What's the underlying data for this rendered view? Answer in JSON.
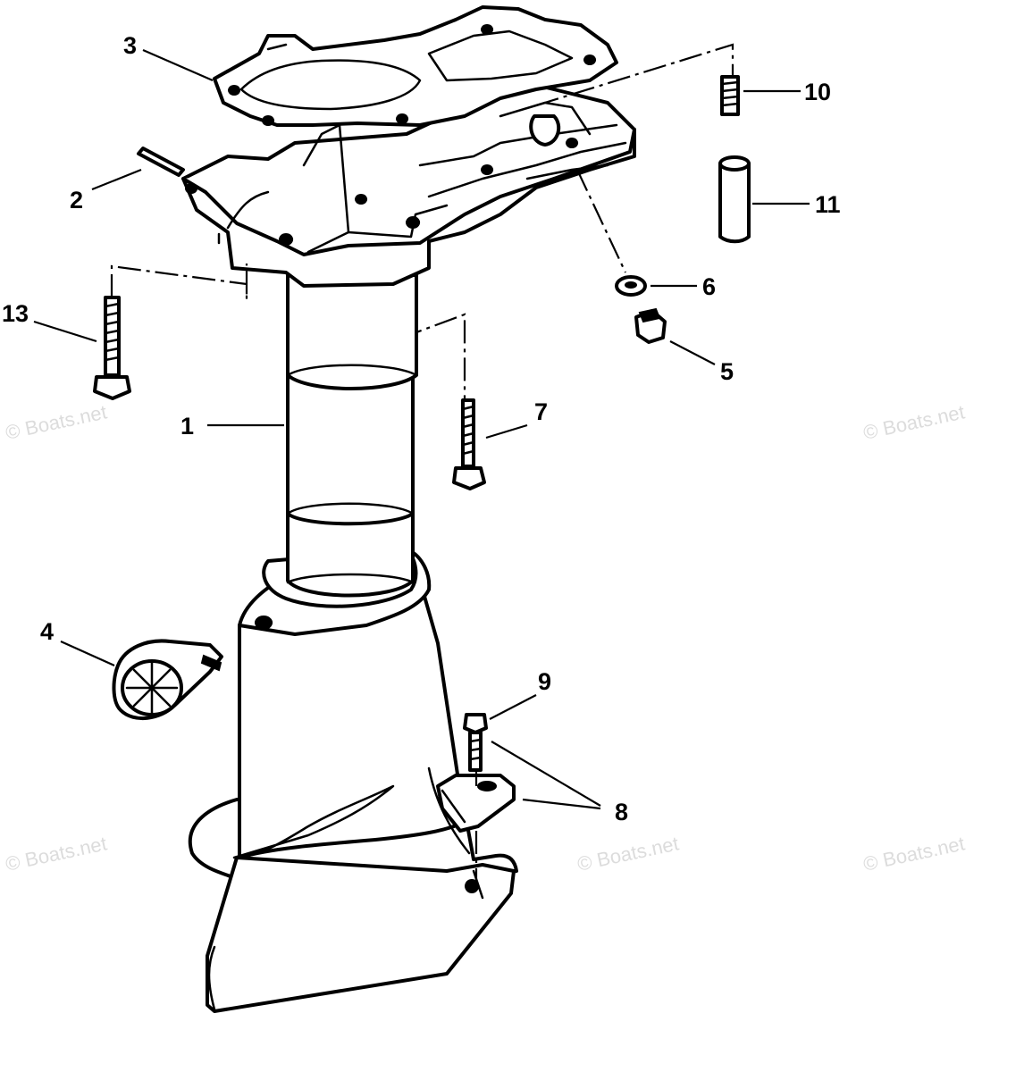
{
  "watermark": "© Boats.net",
  "callouts": [
    {
      "id": "1",
      "label": "1"
    },
    {
      "id": "2",
      "label": "2"
    },
    {
      "id": "3",
      "label": "3"
    },
    {
      "id": "4",
      "label": "4"
    },
    {
      "id": "5",
      "label": "5"
    },
    {
      "id": "6",
      "label": "6"
    },
    {
      "id": "7",
      "label": "7"
    },
    {
      "id": "8",
      "label": "8"
    },
    {
      "id": "9",
      "label": "9"
    },
    {
      "id": "10",
      "label": "10"
    },
    {
      "id": "11",
      "label": "11"
    },
    {
      "id": "13",
      "label": "13"
    }
  ],
  "colors": {
    "line": "#000000",
    "background": "#ffffff",
    "watermark": "#dcdcdc"
  }
}
